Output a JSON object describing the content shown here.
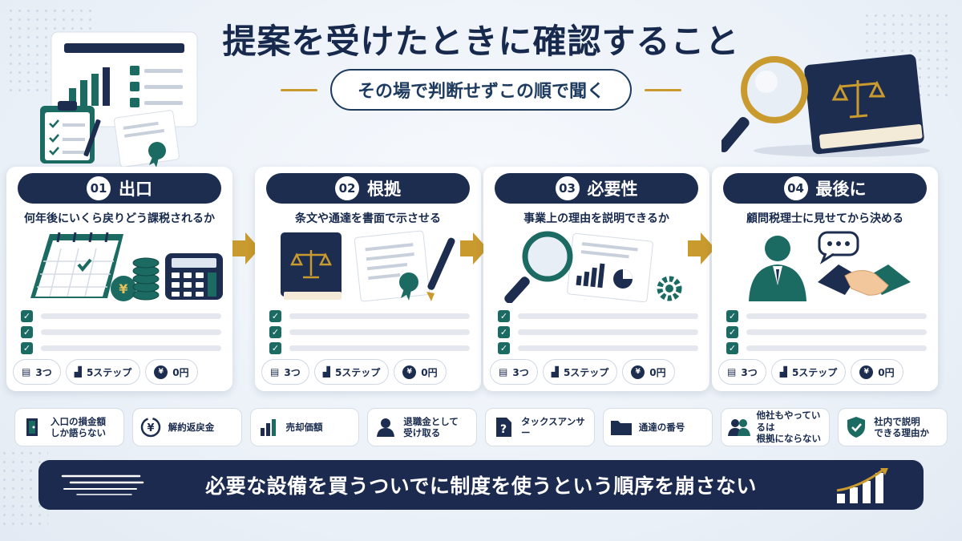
{
  "title": "提案を受けたときに確認すること",
  "subtitle": "その場で判断せずこの順で聞く",
  "colors": {
    "navy": "#1d2d50",
    "teal": "#1b6b63",
    "gold": "#c99a2e",
    "background": "#eaf0f7"
  },
  "steps": [
    {
      "number": "01",
      "label": "出口",
      "question": "何年後にいくら戻りどう課税されるか",
      "illustration": "calendar-coins-calculator",
      "chips": {
        "count": "3つ",
        "steps": "5ステップ",
        "cost": "0円"
      }
    },
    {
      "number": "02",
      "label": "根拠",
      "question": "条文や通達を書面で示させる",
      "illustration": "law-book-certificate-pen",
      "chips": {
        "count": "3つ",
        "steps": "5ステップ",
        "cost": "0円"
      }
    },
    {
      "number": "03",
      "label": "必要性",
      "question": "事業上の理由を説明できるか",
      "illustration": "magnifier-chart-gear",
      "chips": {
        "count": "3つ",
        "steps": "5ステップ",
        "cost": "0円"
      }
    },
    {
      "number": "04",
      "label": "最後に",
      "question": "顧問税理士に見せてから決める",
      "illustration": "advisor-chat-handshake",
      "chips": {
        "count": "3つ",
        "steps": "5ステップ",
        "cost": "0円"
      }
    }
  ],
  "tags": [
    {
      "line1": "入口の損金額",
      "line2": "しか語らない",
      "icon": "door-icon"
    },
    {
      "line1": "解約返戻金",
      "line2": "",
      "icon": "yen-refund-icon"
    },
    {
      "line1": "売却価額",
      "line2": "",
      "icon": "bar-chart-icon"
    },
    {
      "line1": "退職金として",
      "line2": "受け取る",
      "icon": "person-icon"
    },
    {
      "line1": "タックスアンサー",
      "line2": "",
      "icon": "question-document-icon"
    },
    {
      "line1": "通達の番号",
      "line2": "",
      "icon": "folder-icon"
    },
    {
      "line1": "他社もやっているは",
      "line2": "根拠にならない",
      "icon": "group-icon"
    },
    {
      "line1": "社内で説明",
      "line2": "できる理由か",
      "icon": "shield-check-icon"
    }
  ],
  "bottom_banner": "必要な設備を買うついでに制度を使うという順序を崩さない"
}
